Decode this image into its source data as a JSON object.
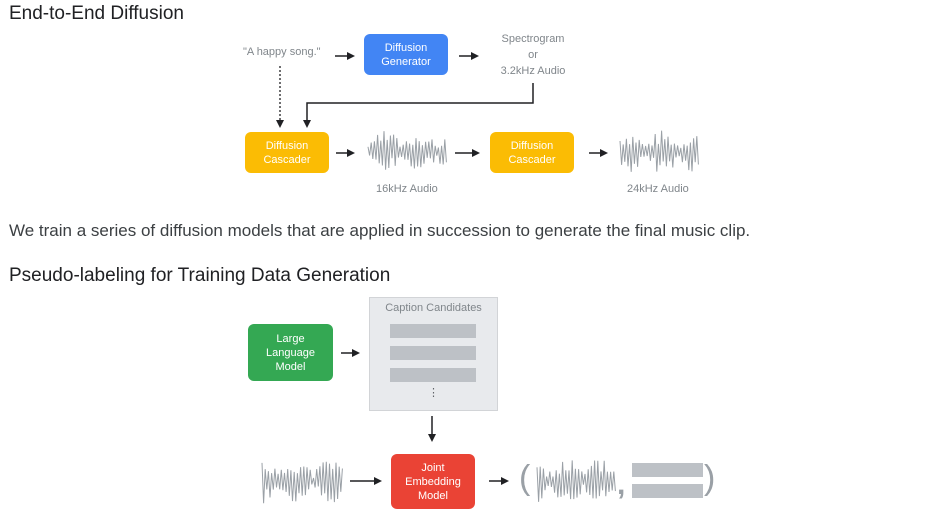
{
  "section1": {
    "heading": "End-to-End Diffusion",
    "prompt_text": "\"A happy song.\"",
    "generator_label": "Diffusion Generator",
    "output_label_line1": "Spectrogram",
    "output_label_line2": "or",
    "output_label_line3": "3.2kHz Audio",
    "cascader1_label": "Diffusion Cascader",
    "cascader2_label": "Diffusion Cascader",
    "audio1_label": "16kHz Audio",
    "audio2_label": "24kHz Audio"
  },
  "caption": "We train a series of diffusion models that are applied in succession to generate the final music clip.",
  "section2": {
    "heading": "Pseudo-labeling for Training Data Generation",
    "llm_label": "Large Language Model",
    "candidates_title": "Caption Candidates",
    "ellipsis": "⋮",
    "joint_label": "Joint Embedding Model",
    "paren_open": "(",
    "paren_close": ")",
    "comma": ","
  },
  "colors": {
    "blue": "#4285f4",
    "yellow": "#fbbc04",
    "green": "#34a853",
    "red": "#ea4335",
    "waveform": "#9aa0a6"
  }
}
